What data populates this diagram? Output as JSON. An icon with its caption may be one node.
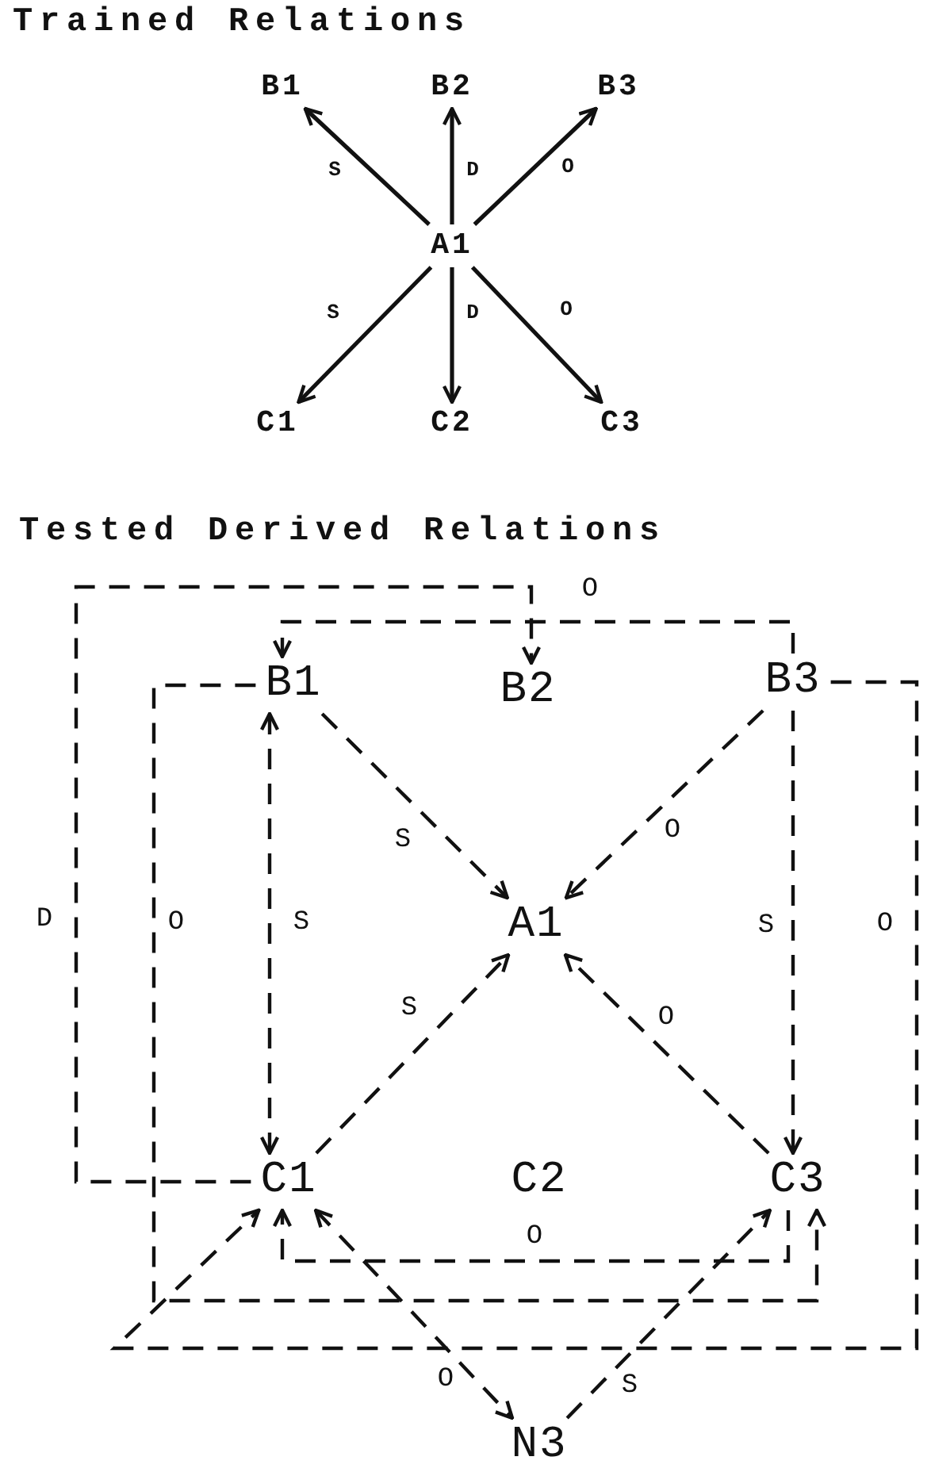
{
  "diagram": {
    "nodes": [
      {
        "text": [
          "B1"
        ]
      },
      {
        "text": [
          "B2"
        ]
      },
      {
        "text": [
          "B3"
        ]
      },
      {
        "text": [
          "A1"
        ]
      },
      {
        "text": [
          "C1"
        ]
      },
      {
        "text": [
          "C2"
        ]
      },
      {
        "text": [
          "C3"
        ]
      },
      {
        "text": [
          "B1"
        ]
      },
      {
        "text": [
          "B2"
        ]
      },
      {
        "text": [
          "B3"
        ]
      },
      {
        "text": [
          "A1"
        ]
      },
      {
        "text": [
          "C1"
        ]
      },
      {
        "text": [
          "C2"
        ]
      },
      {
        "text": [
          "C3"
        ]
      },
      {
        "text": [
          "N3"
        ]
      }
    ],
    "edges": [
      {
        "from": 3,
        "to": 0,
        "arrow": "to",
        "label": "S"
      },
      {
        "from": 3,
        "to": 1,
        "arrow": "to",
        "label": "D"
      },
      {
        "from": 3,
        "to": 2,
        "arrow": "to",
        "label": "O"
      },
      {
        "from": 3,
        "to": 4,
        "arrow": "to",
        "label": "S"
      },
      {
        "from": 3,
        "to": 5,
        "arrow": "to",
        "label": "D"
      },
      {
        "from": 3,
        "to": 6,
        "arrow": "to",
        "label": "O"
      },
      {
        "from": 7,
        "to": 10,
        "arrow": "to",
        "label": "S",
        "style": "dashed"
      },
      {
        "from": 9,
        "to": 10,
        "arrow": "to",
        "label": "O",
        "style": "dashed"
      },
      {
        "from": 11,
        "to": 10,
        "arrow": "to",
        "label": "S",
        "style": "dashed"
      },
      {
        "from": 13,
        "to": 10,
        "arrow": "to",
        "label": "O",
        "style": "dashed"
      },
      {
        "from": 7,
        "to": 11,
        "arrow": "both",
        "label": "S",
        "style": "dashed"
      },
      {
        "from": 9,
        "to": 13,
        "arrow": "to",
        "label": "S",
        "style": "dashed"
      },
      {
        "from": 11,
        "to": 8,
        "arrow": "to",
        "label": "D",
        "style": "dashed"
      },
      {
        "from": 9,
        "to": 7,
        "arrow": "to",
        "label": "O",
        "style": "dashed"
      },
      {
        "from": 7,
        "to": 13,
        "arrow": "to",
        "label": "O",
        "style": "dashed"
      },
      {
        "from": 9,
        "to": 11,
        "arrow": "to",
        "label": "O",
        "style": "dashed"
      },
      {
        "from": 13,
        "to": 11,
        "arrow": "to",
        "label": "O",
        "style": "dashed"
      },
      {
        "from": 11,
        "to": 14,
        "arrow": "both",
        "label": "O",
        "style": "dashed"
      },
      {
        "from": 14,
        "to": 13,
        "arrow": "to",
        "label": "S",
        "style": "dashed"
      }
    ],
    "labels": [
      "Trained Relations",
      "Tested Derived Relations"
    ]
  }
}
